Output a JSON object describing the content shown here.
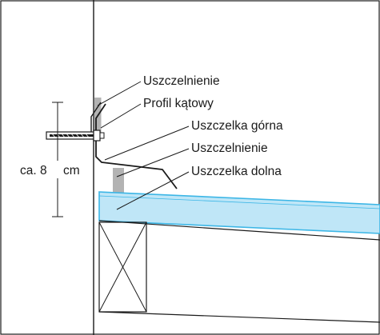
{
  "labels": {
    "seal_top": "Uszczelnienie",
    "angle_profile": "Profil kątowy",
    "upper_gasket": "Uszczelka górna",
    "seal_middle": "Uszczelnienie",
    "lower_gasket": "Uszczelka dolna",
    "dimension_prefix": "ca. 8",
    "dimension_unit": "cm"
  },
  "colors": {
    "frame_stroke": "#1a1a1a",
    "panel_fill": "#bfe6f7",
    "panel_stroke": "#3cb6e6",
    "sealant_fill": "#b3b3b3",
    "background": "#ffffff"
  }
}
